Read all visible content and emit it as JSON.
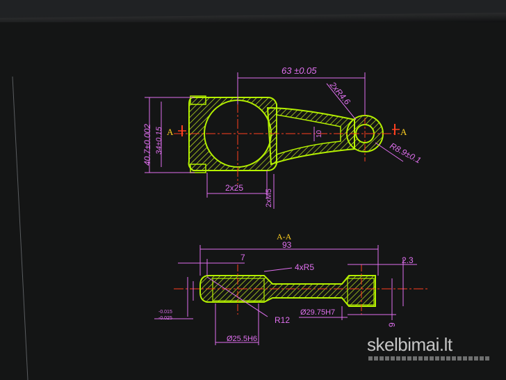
{
  "drawing": {
    "section_marker_left": "A",
    "section_marker_right": "A",
    "top_view": {
      "dim_center_distance": "63 ±0.05",
      "dim_small_radius": "2xR4.6",
      "dim_height": "40.7±0.002",
      "dim_inner_height": "34±0.15",
      "dim_web": "10",
      "dim_eye_radius": "R8.9±0.1",
      "dim_bolt_spacing": "2x25",
      "dim_thread": "2xM5"
    },
    "section_view": {
      "title": "A-A",
      "dim_overall": "93",
      "dim_left_flange": "7",
      "dim_right_flange": "2.3",
      "dim_fillets": "4xR5",
      "dim_fillet_big": "R12",
      "dim_small_bore": "Ø29.75H7",
      "dim_big_bore": "Ø25.5H6",
      "dim_offset": "9",
      "tol_upper": "-0.015",
      "tol_lower": "-0.025"
    }
  },
  "watermark": {
    "text": "skelbimai.lt"
  },
  "colors": {
    "part_outline": "#b4f000",
    "dimension": "#e070f0",
    "centerline": "#ff4020",
    "hatch": "#d8ff40",
    "section_title": "#ffd020"
  }
}
